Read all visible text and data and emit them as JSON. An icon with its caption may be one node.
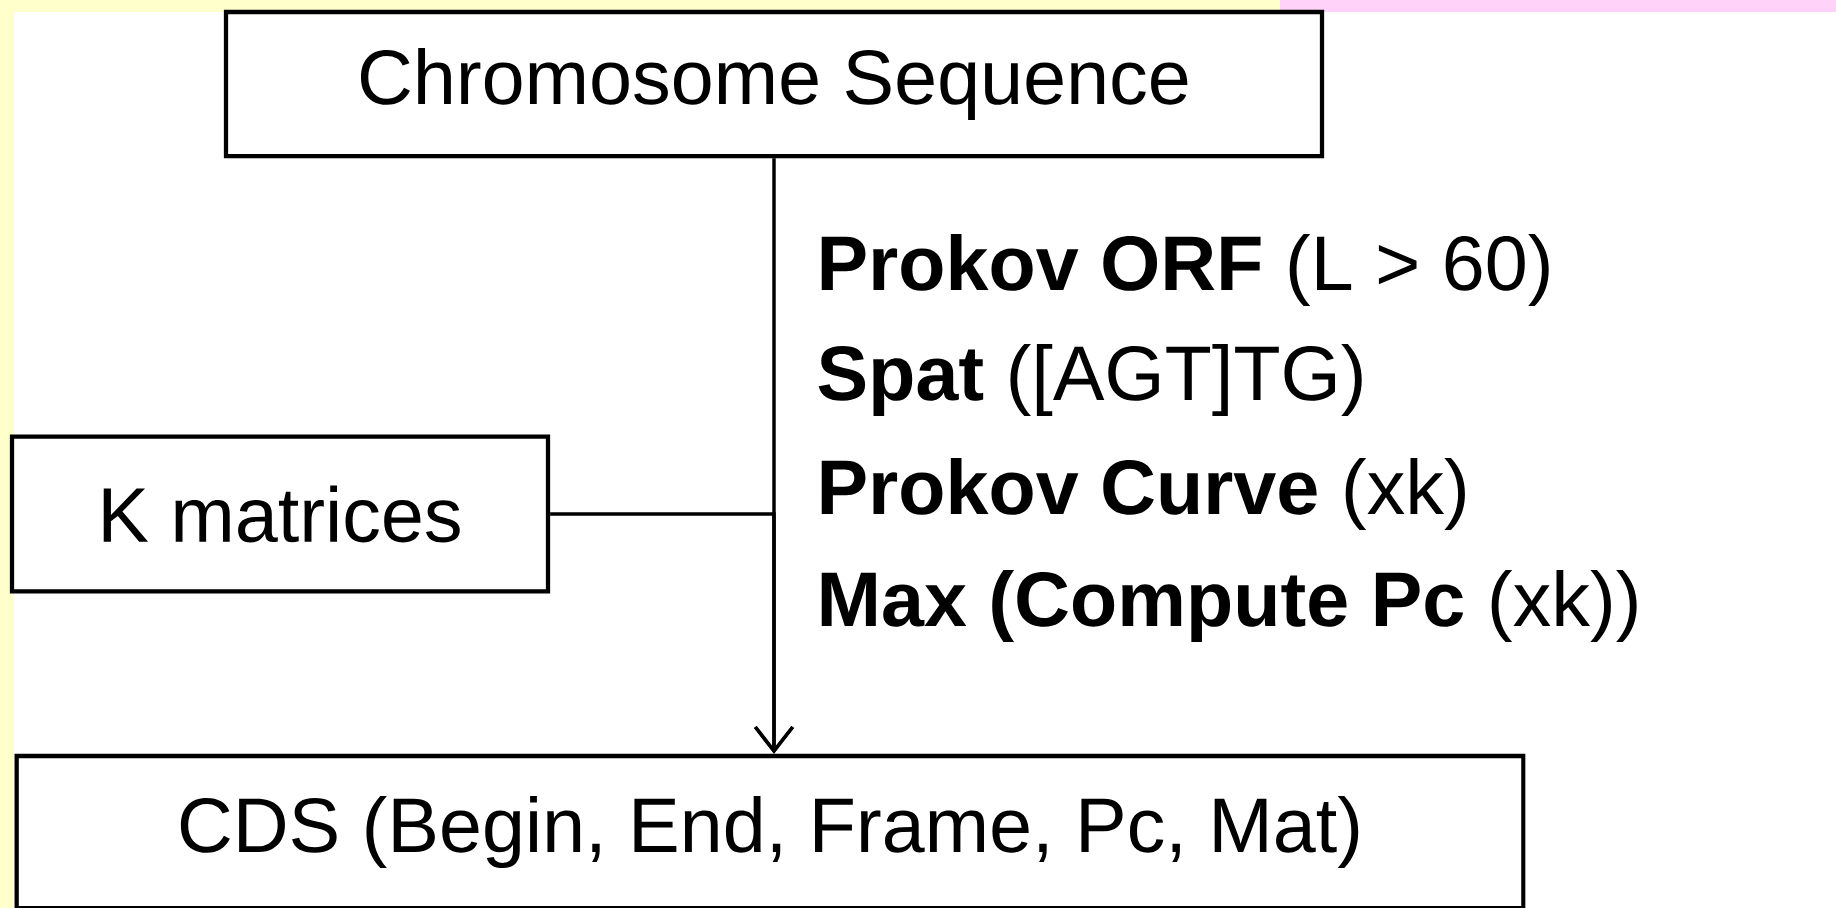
{
  "diagram": {
    "nodes": [
      {
        "text": [
          "Chromosome Sequence"
        ]
      },
      {
        "text": [
          "K  matrices"
        ]
      },
      {
        "text": [
          "CDS (Begin, End, Frame, Pc, Mat)"
        ]
      }
    ],
    "edges": [
      {
        "from": 0,
        "to": 2,
        "arrow": "to"
      },
      {
        "from": 1,
        "to": 2,
        "arrow": "to"
      }
    ],
    "labels": [
      "**Prokov ORF** (L > 60)",
      "**Spat** ([AGT]TG)",
      "**Prokov Curve** (xk)",
      "**Max (Compute Pc** (xk))"
    ]
  }
}
